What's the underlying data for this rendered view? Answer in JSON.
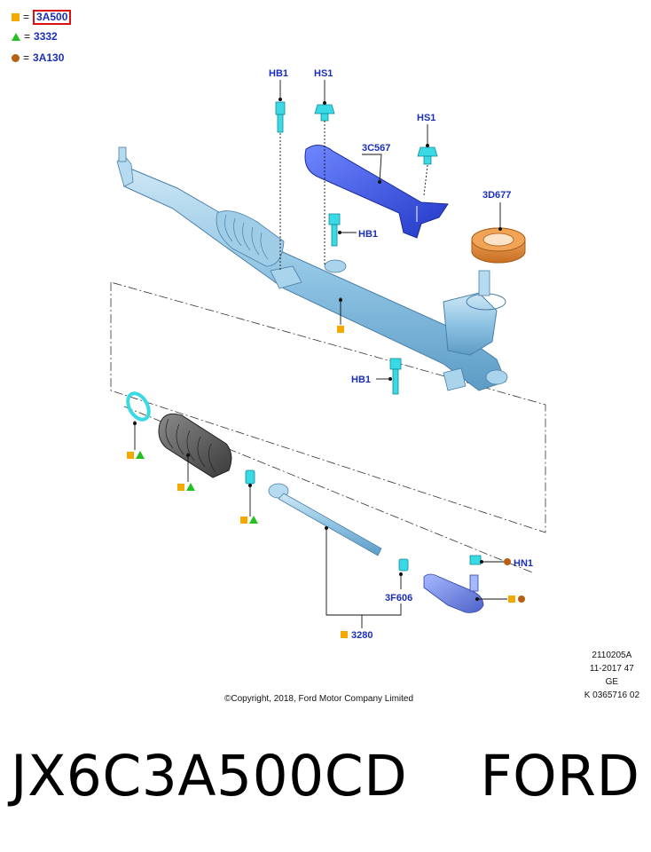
{
  "legend": [
    {
      "symbol": "square",
      "color": "#f7a800",
      "eq": "=",
      "code": "3A500",
      "highlighted": true
    },
    {
      "symbol": "triangle",
      "color": "#22c020",
      "eq": "=",
      "code": "3332",
      "highlighted": false
    },
    {
      "symbol": "circle",
      "color": "#b85f12",
      "eq": "=",
      "code": "3A130",
      "highlighted": false
    }
  ],
  "labels": {
    "hb1_top": "HB1",
    "hs1_top": "HS1",
    "hs1_right": "HS1",
    "c3c567": "3C567",
    "d3d677": "3D677",
    "hb1_mid": "HB1",
    "hb1_low": "HB1",
    "hn1": "HN1",
    "f3f606": "3F606",
    "p3280": "3280"
  },
  "copyright": "©Copyright, 2018, Ford Motor Company Limited",
  "doc_info": [
    "2110205A",
    "11-2017 47",
    "GE",
    "K 0365716 02"
  ],
  "part_number_line": "JX6C3A500CD    FORD",
  "colors": {
    "part_blue": "#8ec3e3",
    "bolt_cyan": "#39d9e6",
    "shield_blue": "#3d55e0",
    "seal_orange": "#e08a3a",
    "boot_gray": "#555555",
    "label_blue": "#1a2fb8"
  }
}
